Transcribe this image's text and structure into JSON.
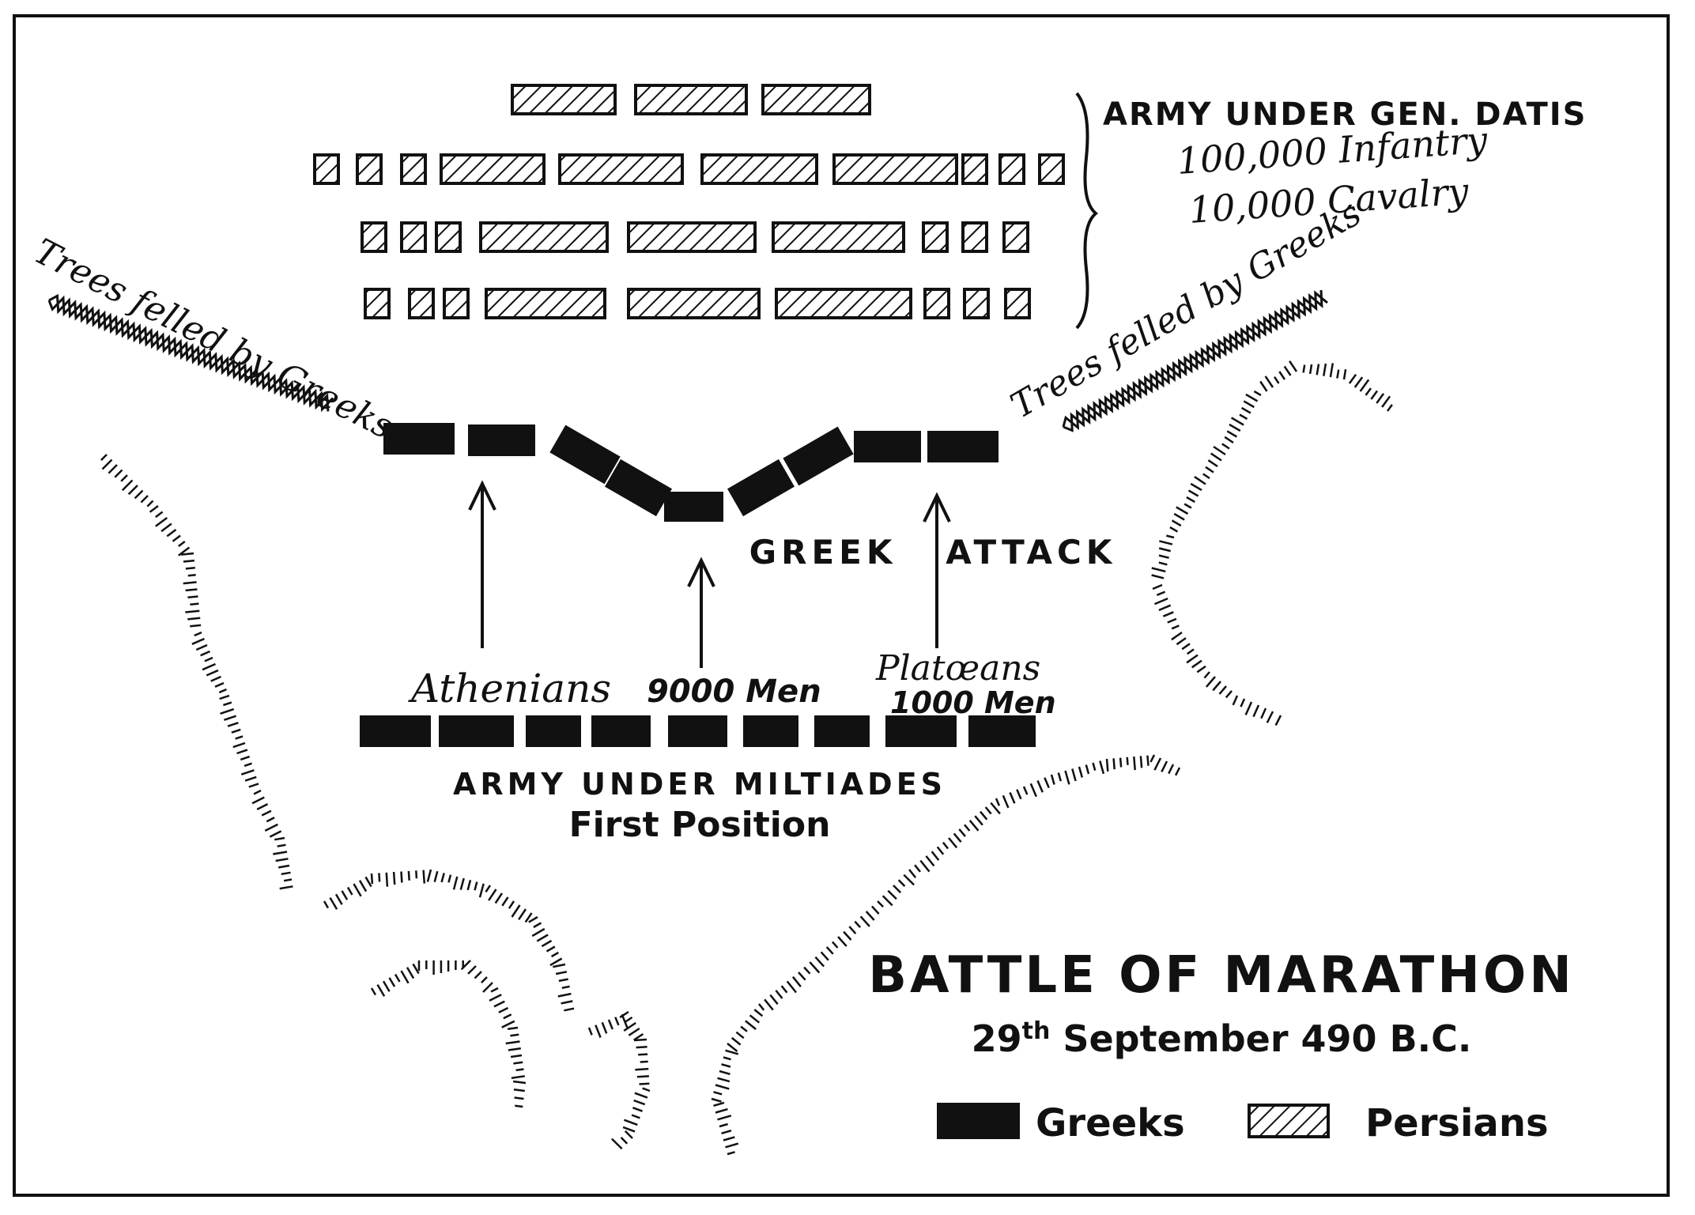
{
  "persian_army": {
    "label": "ARMY UNDER GEN. DATIS",
    "infantry": "100,000 Infantry",
    "cavalry": "10,000 Cavalry"
  },
  "trees_left": "Trees felled by Greeks",
  "trees_right": "Trees felled by Greeks",
  "greek_attack": "GREEK ATTACK",
  "athenians": "Athenians",
  "athenian_men": "9000 Men",
  "plataeans": "Platœans",
  "plataean_men": "1000 Men",
  "greek_army": {
    "label": "ARMY UNDER MILTIADES",
    "position": "First Position"
  },
  "title": "BATTLE OF MARATHON",
  "date": {
    "day": "29",
    "suffix": "th",
    "rest": "September 490 B.C."
  },
  "legend": {
    "greeks": "Greeks",
    "persians": "Persians"
  },
  "colors": {
    "ink": "#111111",
    "paper": "#ffffff"
  }
}
